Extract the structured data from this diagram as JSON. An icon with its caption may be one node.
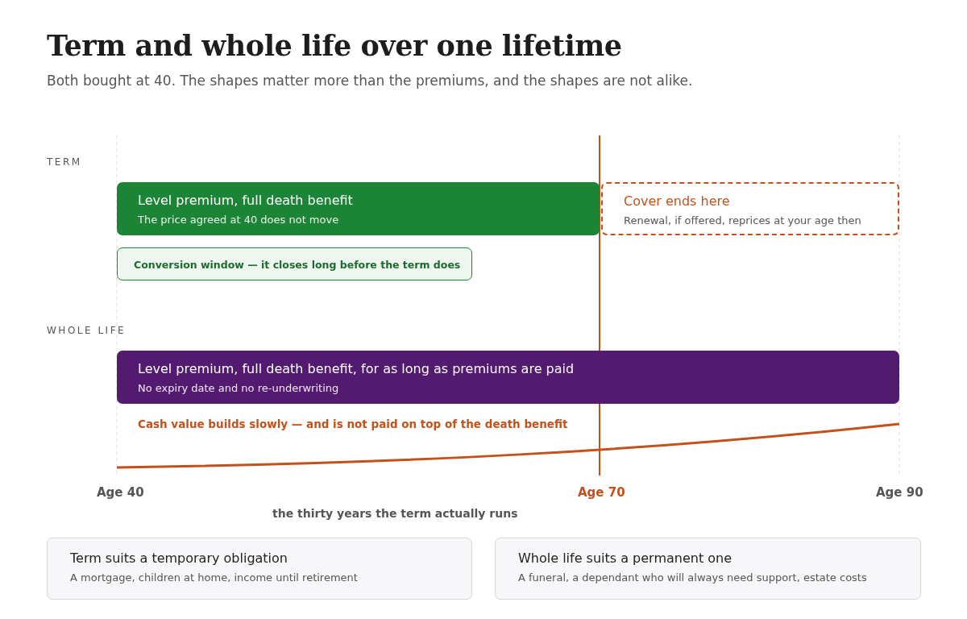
{
  "diagram": {
    "title": "Term and whole life over one lifetime",
    "caption": "Both bought at 40. The shapes matter more than the premiums, and the shapes are not alike.",
    "nodes": [
      {
        "text": [
          "Level premium, full death benefit",
          "The price agreed at 40 does not move"
        ]
      },
      {
        "text": [
          "Cover ends here",
          "Renewal, if offered, reprices at your age then"
        ]
      },
      {
        "text": [
          "Conversion window — it closes long before the term does"
        ]
      },
      {
        "text": [
          "Level premium, full death benefit, for as long as premiums are paid",
          "No expiry date and no re-underwriting"
        ]
      },
      {
        "text": [
          "Term suits a temporary obligation",
          "A mortgage, children at home, income until retirement"
        ]
      },
      {
        "text": [
          "Whole life suits a permanent one",
          "A funeral, a dependant who will always need support, estate costs"
        ]
      }
    ],
    "labels": [
      "TERM",
      "WHOLE LIFE",
      "Cash value builds slowly — and is not paid on top of the death benefit",
      "Age 40",
      "Age 70",
      "Age 90",
      "the thirty years the term actually runs"
    ]
  }
}
